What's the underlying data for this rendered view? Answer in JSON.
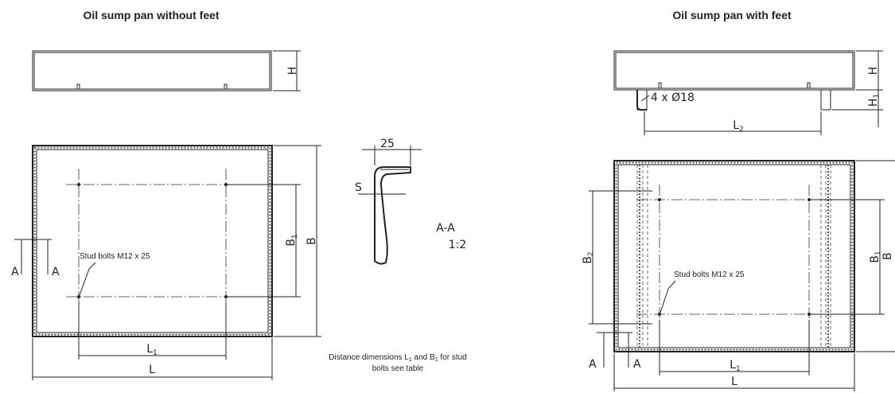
{
  "left_view": {
    "title": "Oil sump pan without feet",
    "stud_label": "Stud bolts M12 x 25",
    "dim_H": "H",
    "dim_B": "B",
    "dim_B1": "B",
    "dim_B1_sub": "1",
    "dim_L": "L",
    "dim_L1": "L",
    "dim_L1_sub": "1",
    "section_mark": "A"
  },
  "detail": {
    "width_label": "25",
    "thickness_label": "S",
    "section_title": "A-A",
    "scale": "1:2"
  },
  "note": {
    "line1": "Distance dimensions L",
    "line1_sub1": "1",
    "line1_mid": " and B",
    "line1_sub2": "1",
    "line1_end": " for stud",
    "line2": "bolts see table"
  },
  "right_view": {
    "title": "Oil sump pan with feet",
    "holes_label": "4 x Ø18",
    "stud_label": "Stud bolts M12 x 25",
    "dim_H": "H",
    "dim_H1": "H",
    "dim_H1_sub": "1",
    "dim_L2": "L",
    "dim_L2_sub": "2",
    "dim_B": "B",
    "dim_B1": "B",
    "dim_B1_sub": "1",
    "dim_B2": "B",
    "dim_B2_sub": "2",
    "dim_L": "L",
    "dim_L1": "L",
    "dim_L1_sub": "1",
    "section_mark": "A"
  }
}
